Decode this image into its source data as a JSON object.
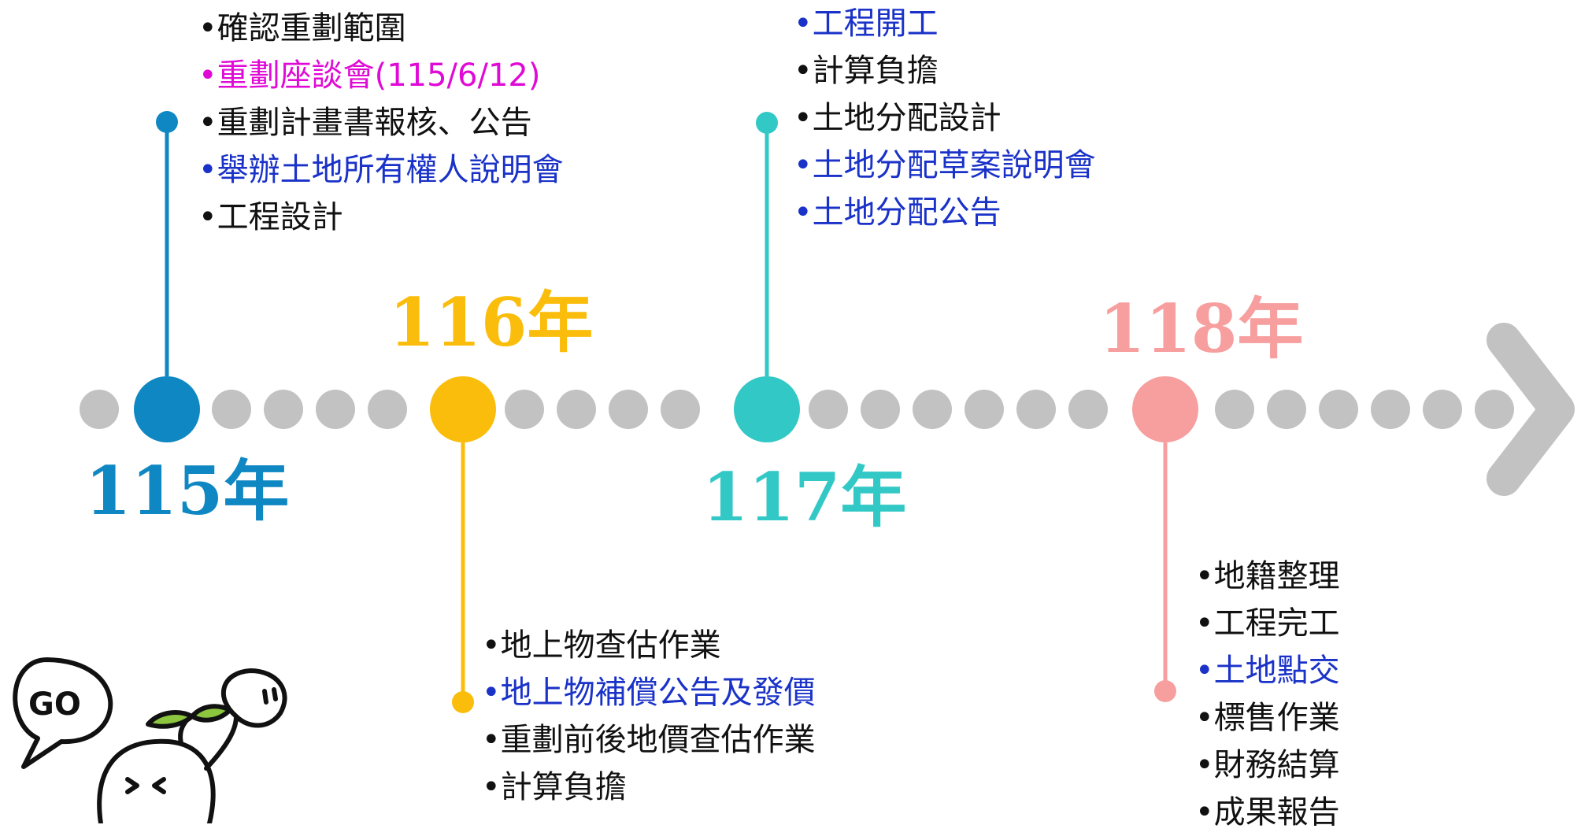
{
  "colors": {
    "y115": "#0f87c2",
    "y116": "#fbbd0b",
    "y117": "#32c8c6",
    "y118": "#f79e9e",
    "track": "#c2c2c2",
    "text": "#111111",
    "blue": "#1a32c8",
    "magenta": "#e00ad6"
  },
  "years": {
    "y115": "115年",
    "y116": "116年",
    "y117": "117年",
    "y118": "118年"
  },
  "lists": {
    "y115": [
      {
        "text": "•確認重劃範圍",
        "style": "normal"
      },
      {
        "text": "•重劃座談會(115/6/12)",
        "style": "magenta"
      },
      {
        "text": "•重劃計畫書報核、公告",
        "style": "normal"
      },
      {
        "text": "•舉辦土地所有權人說明會",
        "style": "blue"
      },
      {
        "text": "•工程設計",
        "style": "normal"
      }
    ],
    "y116": [
      {
        "text": "•地上物查估作業",
        "style": "normal"
      },
      {
        "text": "•地上物補償公告及發價",
        "style": "blue"
      },
      {
        "text": "•重劃前後地價查估作業",
        "style": "normal"
      },
      {
        "text": "•計算負擔",
        "style": "normal"
      }
    ],
    "y117": [
      {
        "text": "•工程開工",
        "style": "blue"
      },
      {
        "text": "•計算負擔",
        "style": "normal"
      },
      {
        "text": "•土地分配設計",
        "style": "normal"
      },
      {
        "text": "•土地分配草案說明會",
        "style": "blue"
      },
      {
        "text": "•土地分配公告",
        "style": "blue"
      }
    ],
    "y118": [
      {
        "text": "•地籍整理",
        "style": "normal"
      },
      {
        "text": "•工程完工",
        "style": "normal"
      },
      {
        "text": "•土地點交",
        "style": "blue"
      },
      {
        "text": "•標售作業",
        "style": "normal"
      },
      {
        "text": "•財務結算",
        "style": "normal"
      },
      {
        "text": "•成果報告",
        "style": "normal"
      }
    ]
  },
  "mascot": {
    "bubble_text": "GO"
  }
}
